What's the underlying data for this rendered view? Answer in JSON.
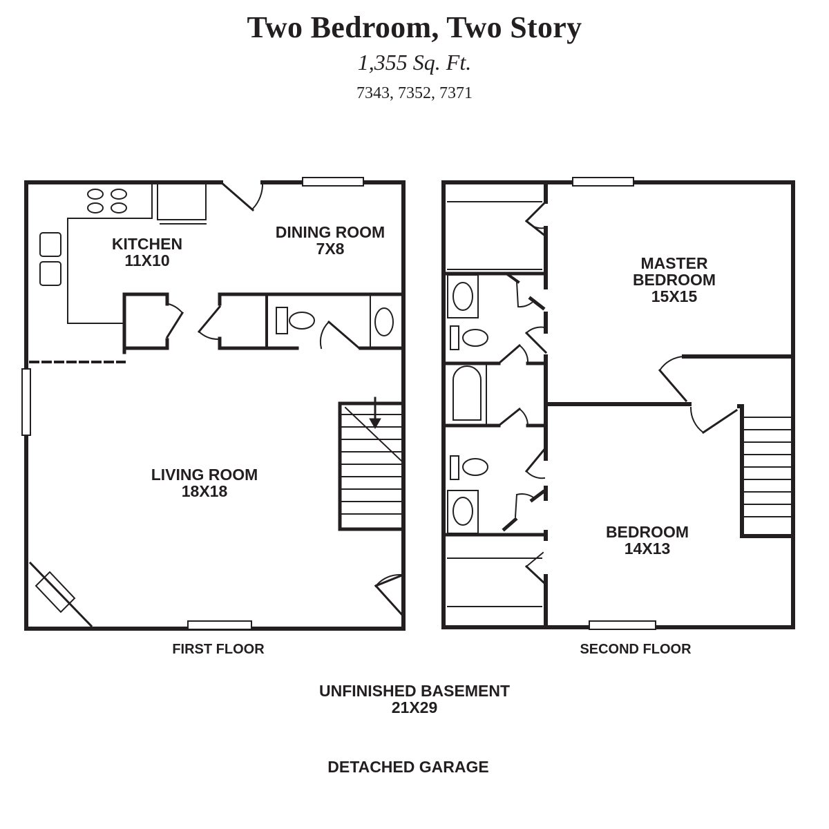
{
  "header": {
    "title": "Two Bedroom, Two Story",
    "square_feet": "1,355 Sq. Ft.",
    "unit_numbers": "7343, 7352, 7371"
  },
  "first_floor": {
    "caption": "FIRST FLOOR",
    "rooms": {
      "kitchen": {
        "name": "KITCHEN",
        "size": "11X10"
      },
      "dining": {
        "name": "DINING ROOM",
        "size": "7X8"
      },
      "living": {
        "name": "LIVING ROOM",
        "size": "18X18"
      }
    }
  },
  "second_floor": {
    "caption": "SECOND FLOOR",
    "rooms": {
      "master": {
        "name1": "MASTER",
        "name2": "BEDROOM",
        "size": "15X15"
      },
      "bedroom": {
        "name": "BEDROOM",
        "size": "14X13"
      }
    }
  },
  "extras": {
    "basement_name": "UNFINISHED BASEMENT",
    "basement_size": "21X29",
    "garage": "DETACHED GARAGE"
  },
  "colors": {
    "line": "#231f20",
    "background": "#ffffff"
  }
}
